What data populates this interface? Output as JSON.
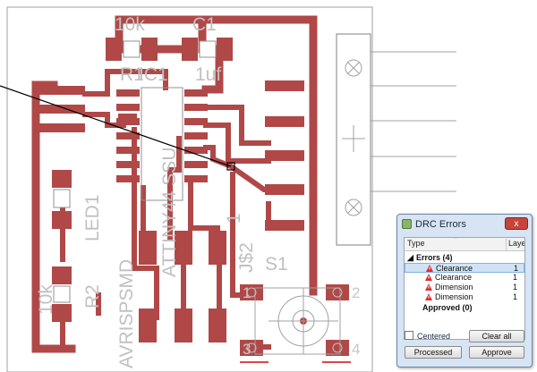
{
  "board": {
    "labels": {
      "r1_value": "10k",
      "c1_name": "C1",
      "r1_name": "R1",
      "ic1_name": "IC1",
      "c1_value": "1uf",
      "ic1_part": "ATTINY44 SSU",
      "led1_name": "LED1",
      "r2_value": "10k",
      "r2_name": "R2",
      "avr_name": "AVRISPSMD",
      "pin_one": "1",
      "j2_name": "J$2",
      "s1_name": "S1",
      "pin_1": "1",
      "pin_2": "2",
      "pin_3": "3",
      "pin_4": "4"
    }
  },
  "drc": {
    "title": "DRC Errors",
    "close_label": "x",
    "columns": {
      "type": "Type",
      "layer": "Layer"
    },
    "group_errors": "Errors (4)",
    "errors": [
      {
        "type": "Clearance",
        "layer": "1"
      },
      {
        "type": "Clearance",
        "layer": "1"
      },
      {
        "type": "Dimension",
        "layer": "1"
      },
      {
        "type": "Dimension",
        "layer": "1"
      }
    ],
    "group_approved": "Approved (0)",
    "centered_label": "Centered",
    "clear_all_label": "Clear all",
    "processed_label": "Processed",
    "approve_label": "Approve",
    "colors": {
      "copper": "#b04848",
      "warning": "#d83030",
      "selection": "#cfe3f7"
    }
  }
}
